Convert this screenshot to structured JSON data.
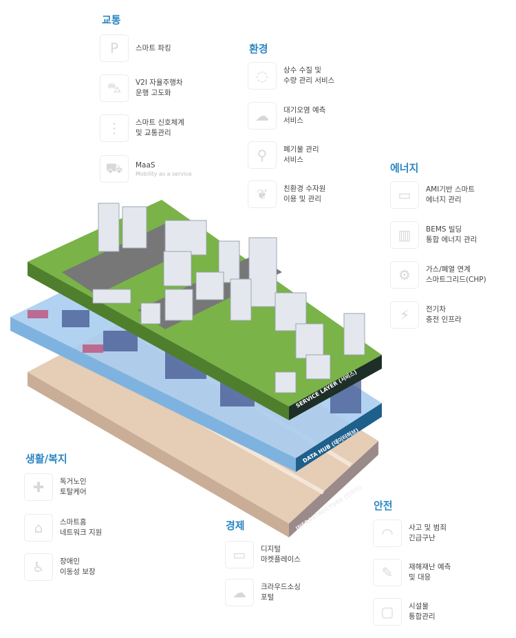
{
  "categories": {
    "transport": {
      "title": "교통",
      "items": [
        {
          "icon": "parking-icon",
          "lines": [
            "스마트 파킹"
          ]
        },
        {
          "icon": "car-icon",
          "lines": [
            "V2I 자율주행차",
            "운행 고도화"
          ]
        },
        {
          "icon": "traffic-light-icon",
          "lines": [
            "스마트 신호체계",
            "및 교통관리"
          ]
        },
        {
          "icon": "car-front-icon",
          "lines": [
            "MaaS"
          ],
          "sub": "Mobility as a service"
        }
      ]
    },
    "environment": {
      "title": "환경",
      "items": [
        {
          "icon": "water-drop-icon",
          "lines": [
            "상수 수질 및",
            "수량 관리 서비스"
          ]
        },
        {
          "icon": "cloud-icon",
          "lines": [
            "대기오염 예측",
            "서비스"
          ]
        },
        {
          "icon": "magnifier-icon",
          "lines": [
            "폐기물 관리",
            "서비스"
          ]
        },
        {
          "icon": "leaf-icon",
          "lines": [
            "친환경 수자원",
            "이용 및 관리"
          ]
        }
      ]
    },
    "energy": {
      "title": "에너지",
      "items": [
        {
          "icon": "meter-icon",
          "lines": [
            "AMI기반 스마트",
            "에너지 관리"
          ]
        },
        {
          "icon": "building-icon",
          "lines": [
            "BEMS 빌딩",
            "통합 에너지 관리"
          ]
        },
        {
          "icon": "grid-icon",
          "lines": [
            "가스/폐열 연계",
            "스마트그리드(CHP)"
          ]
        },
        {
          "icon": "ev-charger-icon",
          "lines": [
            "전기차",
            "충전 인프라"
          ]
        }
      ]
    },
    "welfare": {
      "title": "생활/복지",
      "items": [
        {
          "icon": "elderly-icon",
          "lines": [
            "독거노인",
            "토탈케어"
          ]
        },
        {
          "icon": "smart-home-icon",
          "lines": [
            "스마트홈",
            "네트워크 지원"
          ]
        },
        {
          "icon": "wheelchair-icon",
          "lines": [
            "장애인",
            "이동성 보장"
          ]
        }
      ]
    },
    "economy": {
      "title": "경제",
      "items": [
        {
          "icon": "marketplace-icon",
          "lines": [
            "디지털",
            "마켓플레이스"
          ]
        },
        {
          "icon": "crowd-cloud-icon",
          "lines": [
            "크라우드소싱",
            "포털"
          ]
        }
      ]
    },
    "safety": {
      "title": "안전",
      "items": [
        {
          "icon": "alarm-icon",
          "lines": [
            "사고 및 범죄",
            "긴급구난"
          ]
        },
        {
          "icon": "disaster-icon",
          "lines": [
            "재해재난 예측",
            "및 대응"
          ]
        },
        {
          "icon": "facility-icon",
          "lines": [
            "시설물",
            "통합관리"
          ]
        }
      ]
    }
  },
  "layers": {
    "service": "SERVICE LAYER (서비스)",
    "data_hub": "DATA HUB (데이터허브)",
    "infrastructure": "INFRASTRUCTURE (인프라)"
  },
  "colors": {
    "accent": "#2a86c2",
    "service": "#6aa23a",
    "data_hub": "#5a9fd6",
    "infrastructure": "#d9b79a"
  }
}
